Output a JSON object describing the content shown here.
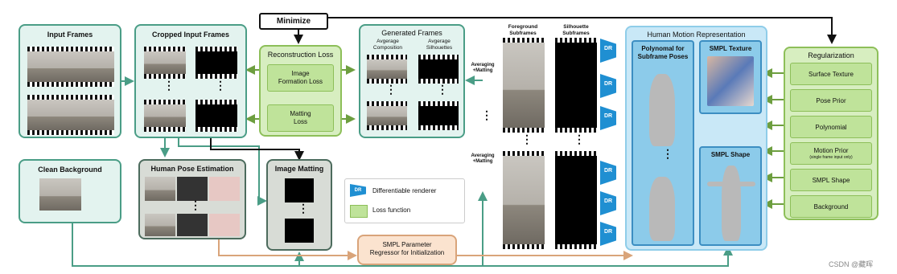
{
  "boxes": {
    "input_frames": "Input Frames",
    "cropped_input_frames": "Cropped Input Frames",
    "minimize": "Minimize",
    "reconstruction_loss": "Reconstruction Loss",
    "image_formation_loss": "Image\nFormation Loss",
    "matting_loss": "Matting\nLoss",
    "generated_frames": "Generated Frames",
    "avg_composition": "Avgerage\nComposition",
    "avg_silhouettes": "Avgerage\nSilhouettes",
    "averaging_matting_1": "Averaging\n+Matting",
    "averaging_matting_2": "Averaging\n+Matting",
    "foreground_subframes": "Foreground\nSubframes",
    "silhouette_subframes": "Silhouette\nSubframes",
    "human_motion_representation": "Human Motion Representation",
    "polynomal_subframe_poses": "Polynomal for\nSubframe Poses",
    "smpl_texture": "SMPL Texture",
    "smpl_shape": "SMPL Shape",
    "regularization": "Regularization",
    "reg_items": [
      "Surface Texture",
      "Pose Prior",
      "Polynomial",
      "Motion Prior",
      "SMPL Shape",
      "Background"
    ],
    "motion_prior_note": "(single frame input only)",
    "clean_background": "Clean Background",
    "human_pose_estimation": "Human Pose Estimation",
    "image_matting": "Image Matting",
    "smpl_regressor": "SMPL Parameter\nRegressor for Initialization",
    "legend_dr": "Differentiable renderer",
    "legend_loss": "Loss function",
    "dr_label": "DR",
    "watermark": "CSDN @藏晖"
  },
  "colors": {
    "teal_border": "#4a9d86",
    "green_border": "#8dbf59",
    "dr_blue": "#1f8fd2",
    "hmr_blue": "#c9e8f7",
    "smpl_orange": "#fbe3cf"
  }
}
